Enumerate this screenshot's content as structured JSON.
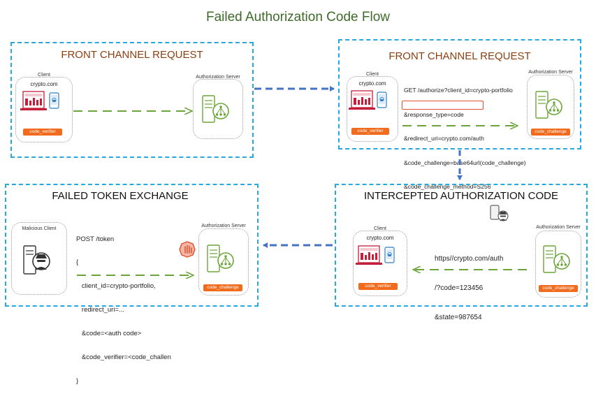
{
  "title": "Failed Authorization Code Flow",
  "panels": {
    "p1": {
      "title": "FRONT CHANNEL REQUEST",
      "client_label": "Client",
      "client_site": "crypto.com",
      "client_tag": "code_verifier",
      "server_label": "Authorization Server"
    },
    "p2": {
      "title": "FRONT CHANNEL REQUEST",
      "client_label": "Client",
      "client_site": "crypto.com",
      "client_tag": "code_verifier",
      "server_label": "Authorization Server",
      "server_tag": "code_challenge",
      "request_lines": [
        "GET /authorize?client_id=crypto-portfolio",
        "&response_type=code",
        "&redirect_uri=crypto.com/auth",
        "&code_challenge=base64url(code_challenge)",
        "&code_challenge_method=S256"
      ]
    },
    "p3": {
      "title": "INTERCEPTED AUTHORIZATION CODE",
      "client_label": "Client",
      "client_site": "crypto.com",
      "client_tag": "code_verifier",
      "server_label": "Authorization Server",
      "server_tag": "code_challenge",
      "redirect_lines": [
        "https//crypto.com/auth",
        "/?code=123456",
        "&state=987654"
      ]
    },
    "p4": {
      "title": "FAILED TOKEN EXCHANGE",
      "malicious_label": "Malicious Client",
      "server_label": "Authorization Server",
      "server_tag": "code_challenge",
      "token_lines": [
        "POST /token",
        "{",
        "   client_id=crypto-portfolio,",
        "   redirect_uri=...",
        "   &code=<auth code>",
        "   &code_verifier=<code_challen",
        "}"
      ]
    }
  },
  "colors": {
    "panel_border": "#29a8df",
    "flow_arrow": "#4472c4",
    "green_arrow": "#6ba539",
    "tag_orange": "#f26b1d",
    "title_green": "#3e6b2a",
    "panel_title_brown": "#8a3f12"
  }
}
